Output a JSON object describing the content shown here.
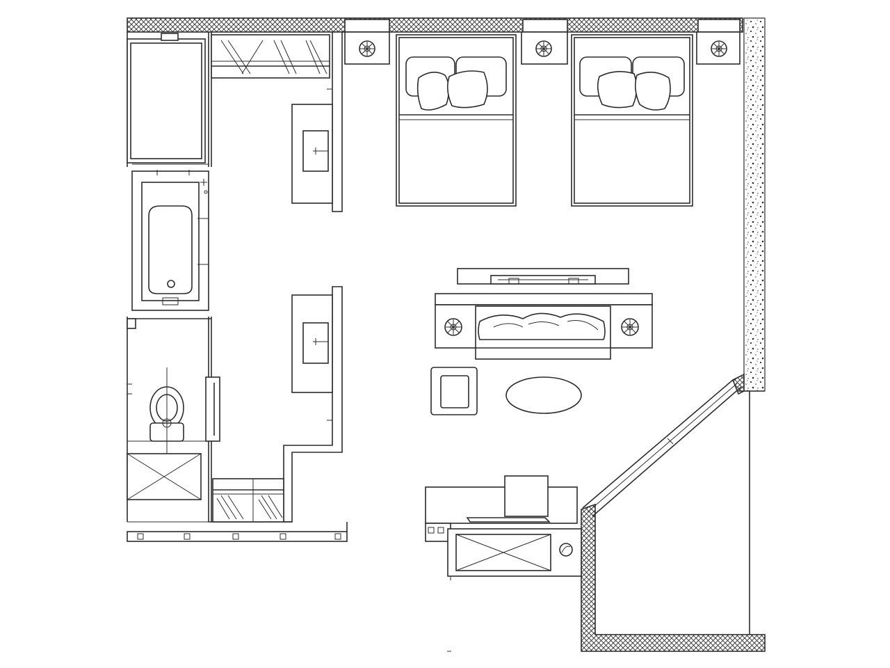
{
  "plan": {
    "rooms": [
      "bedroom",
      "bathroom",
      "closet",
      "balcony"
    ]
  },
  "colors": {
    "line": "#2b2b2b",
    "background": "#ffffff"
  }
}
